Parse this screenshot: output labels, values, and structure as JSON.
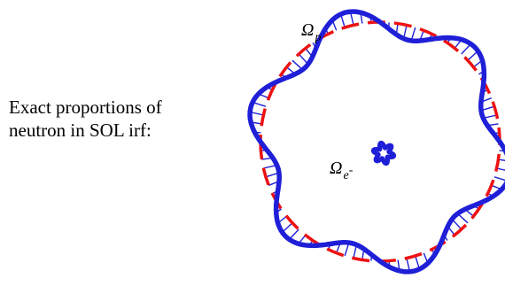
{
  "caption": {
    "line1": "Exact proportions of",
    "line2": "neutron in SOL irf:"
  },
  "labels": {
    "omega_p": {
      "base": "Ω",
      "sub": "p",
      "sup": ""
    },
    "omega_e": {
      "base": "Ω",
      "sub": "e",
      "sup": "-"
    }
  },
  "diagram": {
    "lobe_count": 6,
    "colors": {
      "wavy_outline": "#1f1fd8",
      "dashed_circle": "#ee1111",
      "hatch": "#1f1fd8",
      "small_ring": "#1f1fd8"
    }
  }
}
